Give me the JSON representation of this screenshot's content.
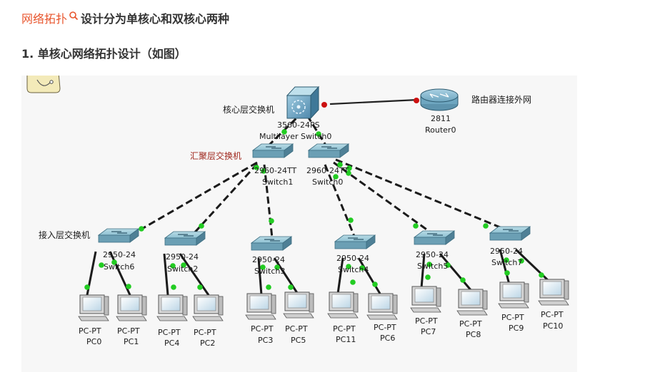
{
  "heading": {
    "link_text": "网络拓扑",
    "rest_text": "设计分为单核心和双核心两种"
  },
  "subheading": "1. 单核心网络拓扑设计（如图）",
  "layer_labels": {
    "core": "核心层交换机",
    "aggregation": "汇聚层交换机",
    "access": "接入层交换机",
    "router_note": "路由器连接外网"
  },
  "router": {
    "model": "2811",
    "name": "Router0"
  },
  "core_switch": {
    "model": "3560-24PS",
    "name": "Multilayer Switch0"
  },
  "agg_switches": [
    {
      "model": "2960-24TT",
      "name": "Switch1"
    },
    {
      "model": "2960-24TT",
      "name": "Switch0"
    }
  ],
  "access_switches": [
    {
      "model": "2950-24",
      "name": "Switch6"
    },
    {
      "model": "2950-24",
      "name": "Switch2"
    },
    {
      "model": "2950-24",
      "name": "Switch3"
    },
    {
      "model": "2950-24",
      "name": "Switch4"
    },
    {
      "model": "2950-24",
      "name": "Switch5"
    },
    {
      "model": "2950-24",
      "name": "Switch7"
    }
  ],
  "pcs": [
    {
      "type": "PC-PT",
      "name": "PC0"
    },
    {
      "type": "PC-PT",
      "name": "PC1"
    },
    {
      "type": "PC-PT",
      "name": "PC4"
    },
    {
      "type": "PC-PT",
      "name": "PC2"
    },
    {
      "type": "PC-PT",
      "name": "PC3"
    },
    {
      "type": "PC-PT",
      "name": "PC5"
    },
    {
      "type": "PC-PT",
      "name": "PC11"
    },
    {
      "type": "PC-PT",
      "name": "PC6"
    },
    {
      "type": "PC-PT",
      "name": "PC7"
    },
    {
      "type": "PC-PT",
      "name": "PC8"
    },
    {
      "type": "PC-PT",
      "name": "PC9"
    },
    {
      "type": "PC-PT",
      "name": "PC10"
    }
  ],
  "colors": {
    "link": "#e8552d",
    "link_up": "#22cc22",
    "link_serial": "#cc1111",
    "device": "#7fb4c8"
  }
}
